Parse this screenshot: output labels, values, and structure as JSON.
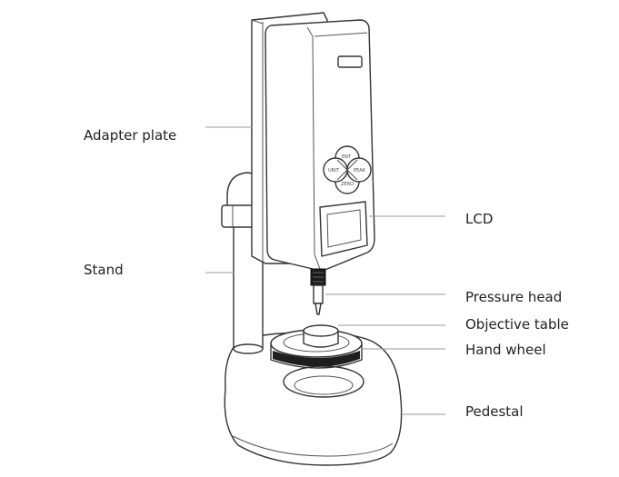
{
  "labels": {
    "adapter_plate": "Adapter plate",
    "stand": "Stand",
    "lcd": "LCD",
    "pressure_head": "Pressure head",
    "objective_table": "Objective table",
    "hand_wheel": "Hand wheel",
    "pedestal": "Pedestal"
  },
  "keys": [
    "ENT",
    "UNIT",
    "PEAK",
    "ZERO"
  ]
}
